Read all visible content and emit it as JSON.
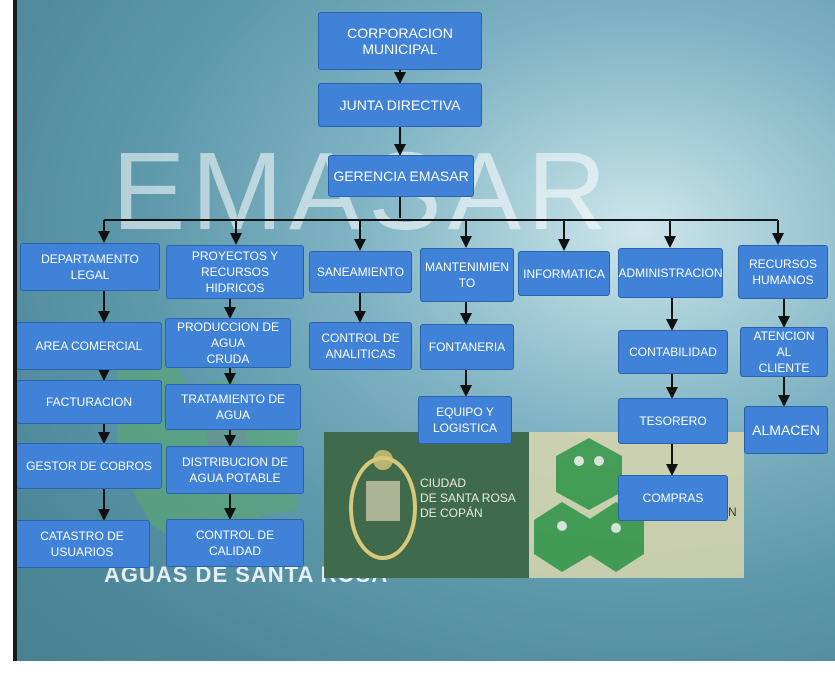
{
  "background": {
    "watermark": "EMASAR",
    "logo_text": "AGUAS DE SANTA ROSA",
    "city_text": [
      "CIUDAD",
      "DE SANTA ROSA",
      "DE COPÁN"
    ],
    "partial_text": "N"
  },
  "colors": {
    "box_fill": "#3f82d8",
    "box_border": "#2b62ae",
    "connector": "#111111"
  },
  "nodes": {
    "corporacion": "CORPORACION\nMUNICIPAL",
    "junta": "JUNTA DIRECTIVA",
    "gerencia": "GERENCIA EMASAR",
    "legal": "DEPARTAMENTO\nLEGAL",
    "proyectos": "PROYECTOS Y\nRECURSOS HIDRICOS",
    "saneamiento": "SANEAMIENTO",
    "mantenimiento": "MANTENIMIEN\nTO",
    "informatica": "INFORMATICA",
    "administracion": "ADMINISTRACION",
    "rrhh": "RECURSOS\nHUMANOS",
    "area_comercial": "AREA COMERCIAL",
    "facturacion": "FACTURACION",
    "gestor_cobros": "GESTOR DE COBROS",
    "catastro": "CATASTRO DE\nUSUARIOS",
    "produccion": "PRODUCCION DE AGUA\nCRUDA",
    "tratamiento": "TRATAMIENTO DE AGUA",
    "distribucion": "DISTRIBUCION DE\nAGUA POTABLE",
    "control_calidad": "CONTROL DE CALIDAD",
    "control_analiticas": "CONTROL DE\nANALITICAS",
    "fontaneria": "FONTANERIA",
    "equipo": "EQUIPO Y\nLOGISTICA",
    "contabilidad": "CONTABILIDAD",
    "tesorero": "TESORERO",
    "compras": "COMPRAS",
    "atencion": "ATENCION AL\nCLIENTE",
    "almacen": "ALMACEN"
  }
}
